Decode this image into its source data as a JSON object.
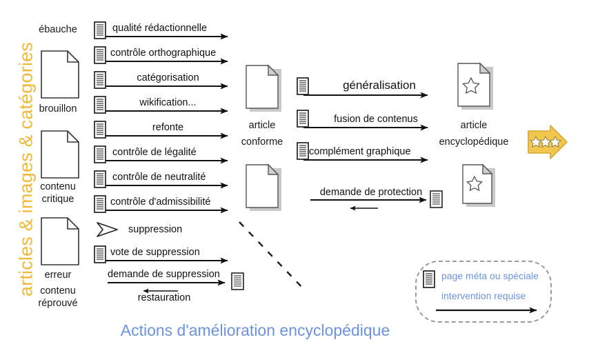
{
  "diagram": {
    "vertical_axis_label": "articles & images & catégories",
    "bottom_caption": "Actions d'amélioration encyclopédique",
    "accent_orange": "#f0b93b",
    "accent_blue": "#6b93e0",
    "star_arrow_yellow": "#f2c750",
    "line_color": "#111111"
  },
  "left_stages": [
    {
      "name": "ebauche",
      "label": "ébauche",
      "icon": "page-document-icon"
    },
    {
      "name": "brouillon",
      "label": "brouillon",
      "icon": "page-document-icon"
    },
    {
      "name": "contenu-critique",
      "label_line1": "contenu",
      "label_line2": "critique",
      "icon": "page-document-icon"
    },
    {
      "name": "erreur",
      "label": "erreur",
      "icon": "page-document-icon"
    },
    {
      "name": "contenu-reprouve",
      "label_line1": "contenu",
      "label_line2": "réprouvé"
    }
  ],
  "middle_stage": {
    "name": "article-conforme",
    "label_line1": "article",
    "label_line2": "conforme",
    "icon": "page-document-shadow-icon"
  },
  "right_stage": {
    "name": "article-encyclopedique",
    "label_line1": "article",
    "label_line2": "encyclopédique",
    "icon": "page-document-star-icon"
  },
  "column1_actions": [
    {
      "label": "qualité rédactionnelle",
      "icon": "meta-page-icon",
      "align": "left"
    },
    {
      "label": "contrôle orthographique",
      "icon": "meta-page-icon",
      "align": "left"
    },
    {
      "label": "catégorisation",
      "icon": "meta-page-icon",
      "align": "center"
    },
    {
      "label": "wikification...",
      "icon": "meta-page-icon",
      "align": "center"
    },
    {
      "label": "refonte",
      "icon": "meta-page-icon",
      "align": "center"
    },
    {
      "label": "contrôle de légalité",
      "icon": "meta-page-icon",
      "align": "left"
    },
    {
      "label": "contrôle de neutralité",
      "icon": "meta-page-icon",
      "align": "left"
    },
    {
      "label": "contrôle d'admissibilité",
      "icon": "meta-page-icon",
      "align": "left"
    }
  ],
  "column1_bottom_actions": [
    {
      "label": "suppression",
      "icon": "open-chevron-icon"
    },
    {
      "label": "vote de suppression",
      "icon": "meta-page-icon"
    },
    {
      "label": "demande de suppression",
      "icon": "none"
    },
    {
      "label": "restauration",
      "icon": "none"
    }
  ],
  "column2_actions": [
    {
      "label": "généralisation",
      "icon": "meta-page-icon"
    },
    {
      "label": "fusion de contenus",
      "icon": "meta-page-icon"
    },
    {
      "label": "complément graphique",
      "icon": "meta-page-icon"
    },
    {
      "label": "demande de protection",
      "icon": "none"
    }
  ],
  "legend": {
    "page_icon_label": "page méta ou spéciale",
    "arrow_label": "intervention requise",
    "icon": "meta-page-icon"
  },
  "stars_arrow": {
    "name": "featured-article-arrow",
    "star_count": 3,
    "icon": "three-stars-arrow-icon"
  }
}
